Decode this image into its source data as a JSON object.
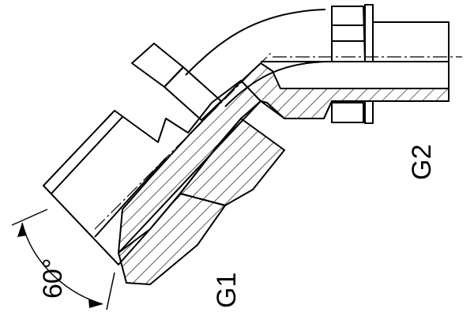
{
  "labels": {
    "angle": "60°",
    "thread_1": "G1",
    "thread_2": "G2"
  },
  "colors": {
    "line": "#000000",
    "background": "#ffffff"
  }
}
